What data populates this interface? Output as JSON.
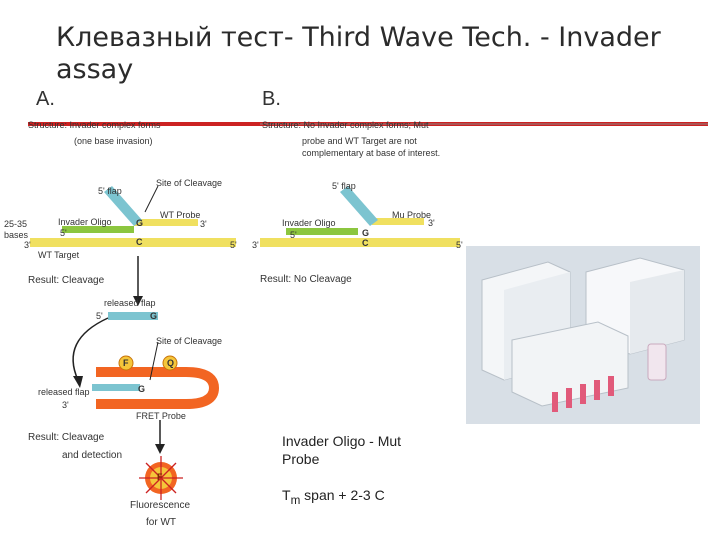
{
  "slide": {
    "title": "Клевазный тест- Third Wave Tech. - Invader assay",
    "panel_a_label": "A.",
    "panel_b_label": "B."
  },
  "panel_a": {
    "structure_label": "Structure: Invader complex forms",
    "structure_sub": "(one base invasion)",
    "five_prime_flap": "5' flap",
    "site_of_cleavage": "Site of Cleavage",
    "wt_probe": "WT Probe",
    "invader_oligo": "Invader Oligo",
    "three_prime_a": "3'",
    "five_prime_a": "5'",
    "base_g": "G",
    "base_c": "C",
    "bases_label_1": "25-35",
    "bases_label_2": "bases",
    "wt_target": "WT Target",
    "three_prime_t": "3'",
    "five_prime_t": "5'",
    "result_cleavage": "Result: Cleavage",
    "released_flap": "released flap",
    "five_prime_r": "5'",
    "base_g2": "G",
    "site_of_cleavage2": "Site of Cleavage",
    "fluor_f": "F",
    "quench_q": "Q",
    "released_flap2": "released flap",
    "three_prime_f": "3'",
    "base_g3": "G",
    "fret_probe": "FRET Probe",
    "result_cleavage_detection_1": "Result: Cleavage",
    "result_cleavage_detection_2": "and detection",
    "fluor_star": "F",
    "fluorescence_1": "Fluorescence",
    "fluorescence_2": "for WT"
  },
  "panel_b": {
    "structure_label": "Structure: No Invader complex forms; Mut",
    "structure_sub_1": "probe and WT Target are not",
    "structure_sub_2": "complementary at base of interest.",
    "five_prime_flap": "5' flap",
    "mu_probe": "Mu Probe",
    "invader_oligo": "Invader Oligo",
    "three_prime_b": "3'",
    "five_prime_b": "5'",
    "base_g": "G",
    "base_c": "C",
    "three_prime_t": "3'",
    "five_prime_t": "5'",
    "result_no_cleavage": "Result: No Cleavage"
  },
  "notes": {
    "line1": "Invader Oligo - Mut",
    "line2": "Probe",
    "tm_prefix": "T",
    "tm_sub": "m",
    "tm_rest": " span + 2-3 C"
  },
  "colors": {
    "red_bar": "#cc2222",
    "teal": "#7cc4d0",
    "yellow": "#f0e060",
    "green": "#8cc63f",
    "orange": "#f26522",
    "text": "#333333"
  }
}
